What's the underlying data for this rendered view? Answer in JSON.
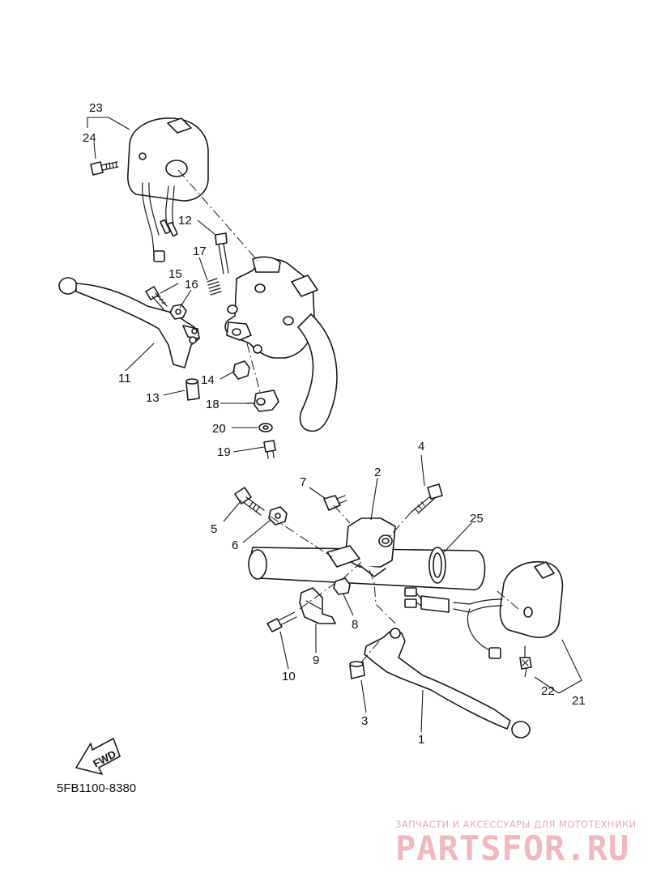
{
  "diagram": {
    "code": "5FB1100-8380",
    "fwd_label": "FWD",
    "callouts": {
      "c1": "1",
      "c2": "2",
      "c3": "3",
      "c4": "4",
      "c5": "5",
      "c6": "6",
      "c7": "7",
      "c8": "8",
      "c9": "9",
      "c10": "10",
      "c11": "11",
      "c12": "12",
      "c13": "13",
      "c14": "14",
      "c15": "15",
      "c16": "16",
      "c17": "17",
      "c18": "18",
      "c19": "19",
      "c20": "20",
      "c21": "21",
      "c22": "22",
      "c23": "23",
      "c24": "24",
      "c25": "25"
    }
  },
  "watermark": {
    "line": "ЗАПЧАСТИ И АКСЕССУАРЫ ДЛЯ МОТОТЕХНИКИ",
    "brand": "PARTSFOR.RU"
  }
}
